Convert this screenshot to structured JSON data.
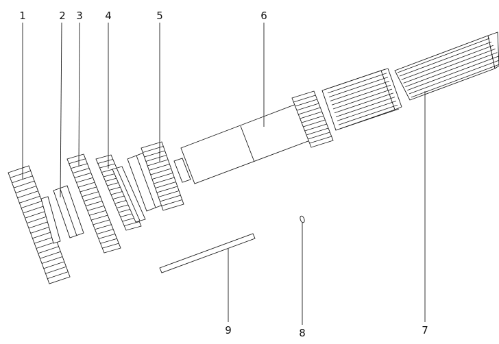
{
  "diagram": {
    "labels": [
      {
        "id": "1",
        "text": "1"
      },
      {
        "id": "2",
        "text": "2"
      },
      {
        "id": "3",
        "text": "3"
      },
      {
        "id": "4",
        "text": "4"
      },
      {
        "id": "5",
        "text": "5"
      },
      {
        "id": "6",
        "text": "6"
      },
      {
        "id": "7",
        "text": "7"
      },
      {
        "id": "8",
        "text": "8"
      },
      {
        "id": "9",
        "text": "9"
      }
    ],
    "parts": [
      {
        "label": "1",
        "kind": "large-gear"
      },
      {
        "label": "2",
        "kind": "spacer-ring"
      },
      {
        "label": "3",
        "kind": "gear"
      },
      {
        "label": "4",
        "kind": "gear-with-hub"
      },
      {
        "label": "5",
        "kind": "gear-with-hub"
      },
      {
        "label": "6",
        "kind": "main-shaft-with-integral-gear"
      },
      {
        "label": "7",
        "kind": "splined-sleeve"
      },
      {
        "label": "8",
        "kind": "pin"
      },
      {
        "label": "9",
        "kind": "key"
      }
    ],
    "line_color": "#1a1a1a",
    "background": "#ffffff"
  }
}
